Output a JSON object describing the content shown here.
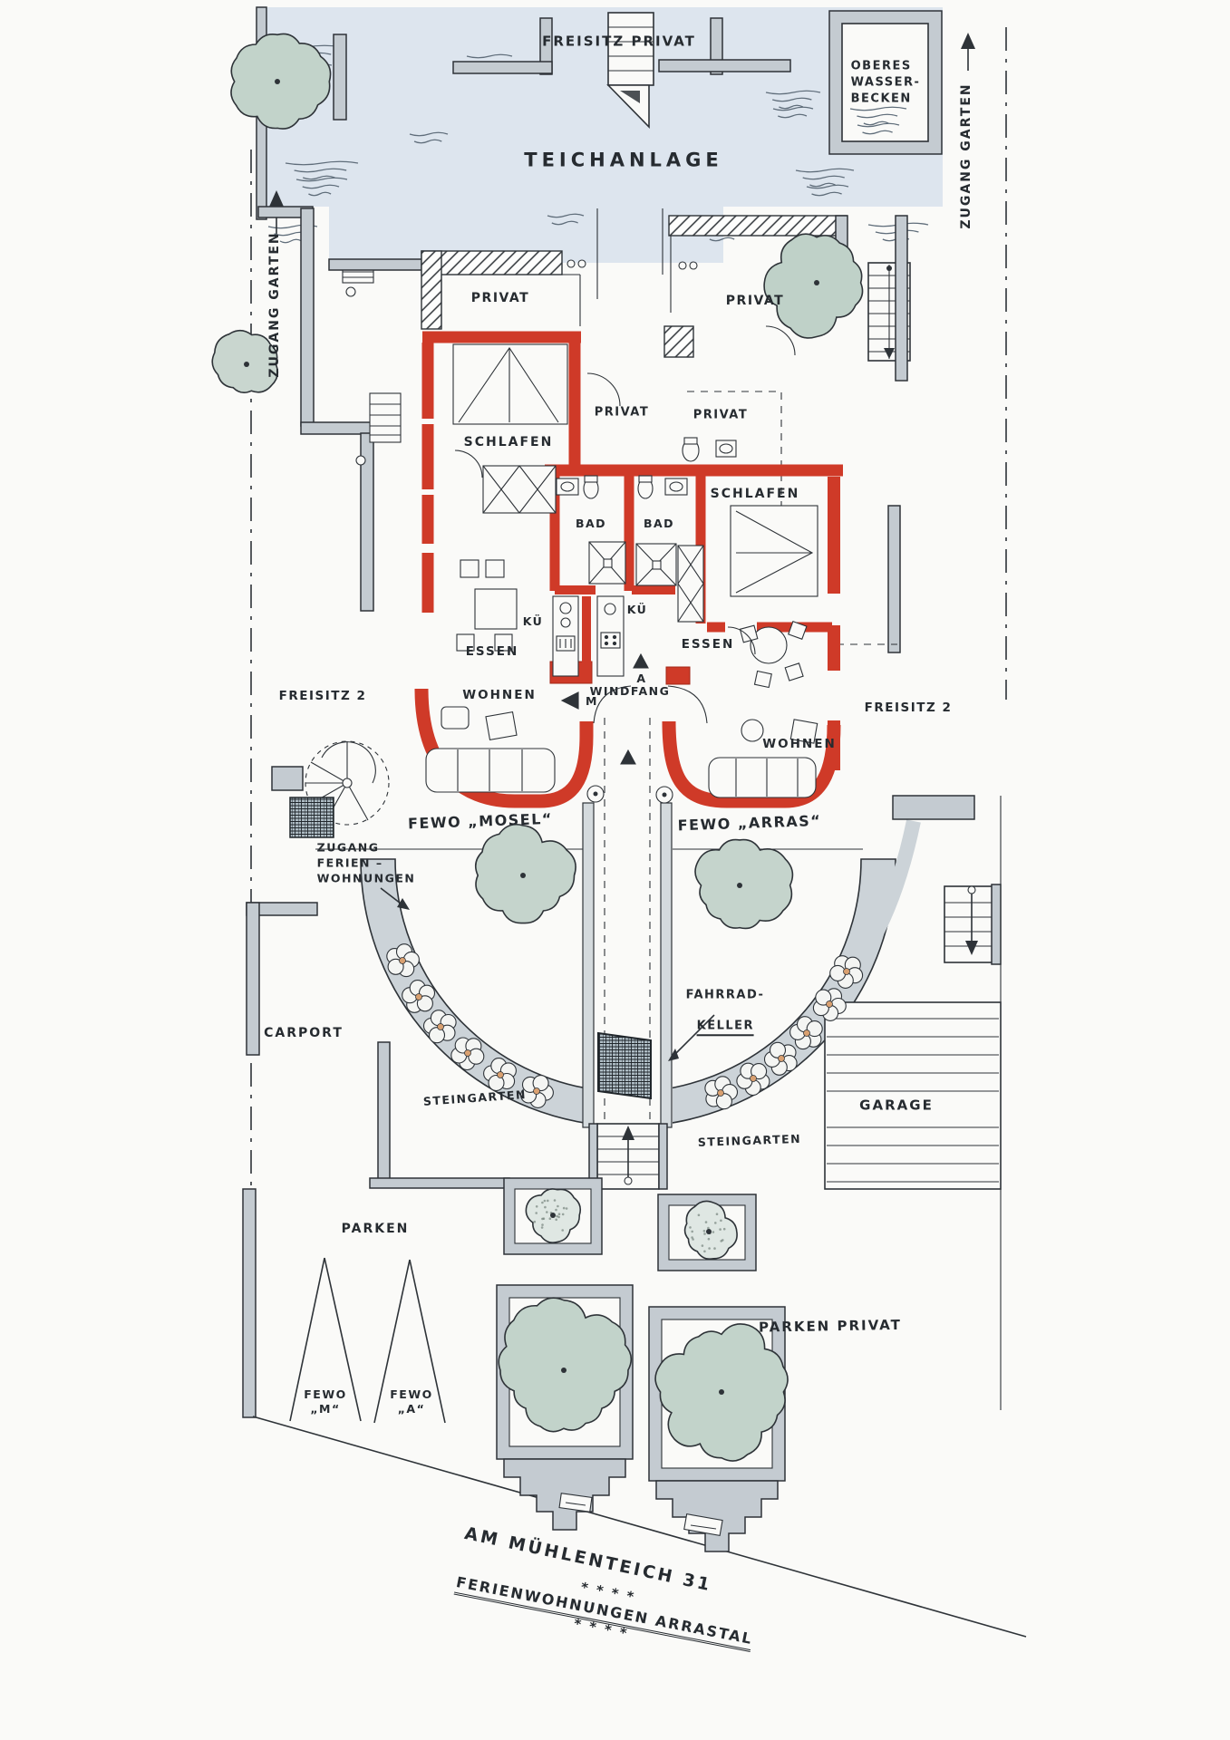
{
  "plan": {
    "pond": {
      "teichanlage": "TEICHANLAGE",
      "freisitz_privat": "FREISITZ PRIVAT",
      "oberes_becken": "OBERES\nWASSER-\nBECKEN"
    },
    "garden": {
      "zugang_left": "ZUGANG GARTEN",
      "zugang_right": "ZUGANG GARTEN"
    },
    "house": {
      "privat_upper_left": "PRIVAT",
      "privat_upper_right": "PRIVAT",
      "privat_mid_left": "PRIVAT",
      "privat_mid_right": "PRIVAT",
      "schlafen_left": "SCHLAFEN",
      "schlafen_right": "SCHLAFEN",
      "bad_left": "BAD",
      "bad_right": "BAD",
      "kueche_left": "KÜ",
      "kueche_right": "KÜ",
      "essen_left": "ESSEN",
      "essen_right": "ESSEN",
      "wohnen_left": "WOHNEN",
      "wohnen_right": "WOHNEN",
      "windfang": "WINDFANG",
      "marker_mosel": "M",
      "marker_arras": "A",
      "freisitz2_left": "FREISITZ 2",
      "freisitz2_right": "FREISITZ 2",
      "fewo_mosel": "FEWO „MOSEL“",
      "fewo_arras": "FEWO „ARRAS“"
    },
    "site": {
      "zugang_ferienwohnungen": "ZUGANG\nFERIEN –\nWOHNUNGEN",
      "fahrradkeller_1": "FAHRRAD-",
      "fahrradkeller_2": "KELLER",
      "carport": "CARPORT",
      "garage": "GARAGE",
      "steingarten_left": "STEINGARTEN",
      "steingarten_right": "STEINGARTEN",
      "parken": "PARKEN",
      "parken_privat": "PARKEN PRIVAT",
      "stellplatz_m": "FEWO\n„M“",
      "stellplatz_a": "FEWO\n„A“"
    },
    "footer": {
      "address": "AM MÜHLENTEICH 31",
      "stars_left": "* * * *",
      "title": "FERIENWOHNUNGEN ARRASTAL",
      "stars_right": "* * * *"
    },
    "colors": {
      "wall_red": "#cf3a28",
      "wall_gray": "#c4cbd1",
      "water": "#dde5ee",
      "tree": "#c2d3c9"
    }
  }
}
